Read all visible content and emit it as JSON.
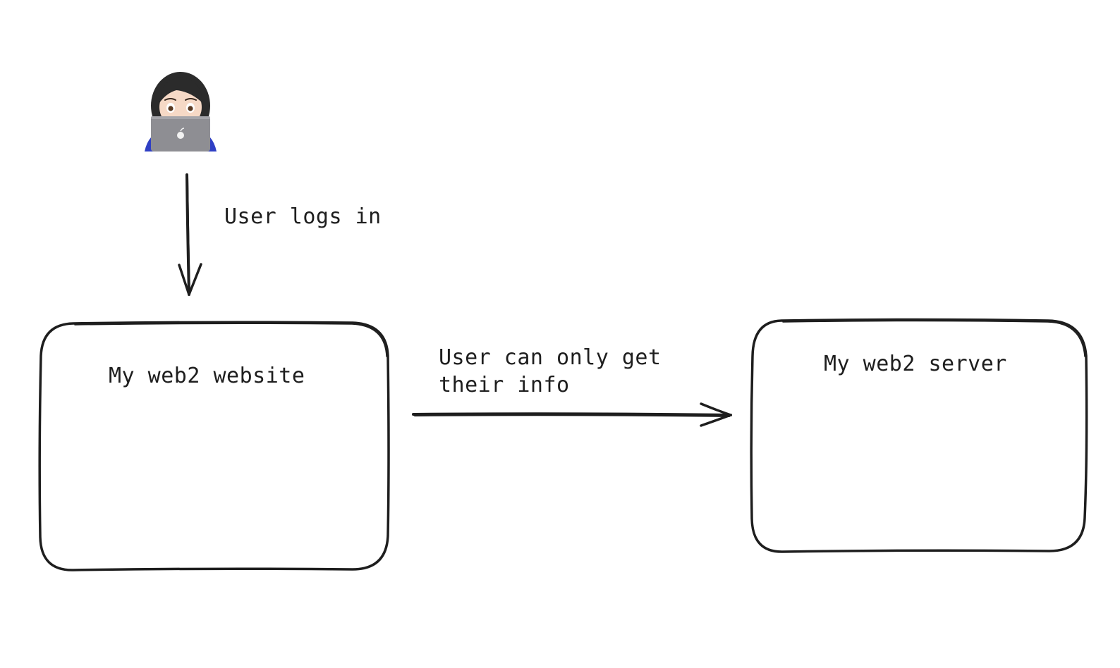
{
  "actor": {
    "icon": "woman-technologist-icon"
  },
  "edges": {
    "login_label": "User logs in",
    "info_label_line1": "User can only get",
    "info_label_line2": "their info"
  },
  "nodes": {
    "website_label": "My web2 website",
    "server_label": "My web2 server"
  },
  "colors": {
    "stroke": "#1e1e1e",
    "hair": "#2b2b2b",
    "skin": "#f6d9c6",
    "laptop": "#8e8e93",
    "shirt": "#2f3fc4"
  }
}
